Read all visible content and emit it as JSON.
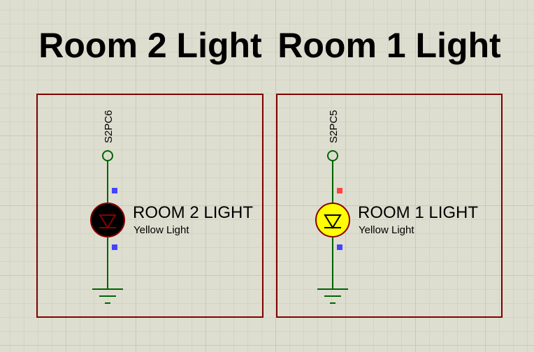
{
  "colors": {
    "frame": "#800000",
    "wire": "#006400",
    "pin_low": "#4444ff",
    "pin_high": "#ff4444",
    "lamp_off": "#000000",
    "lamp_on": "#ffff00",
    "lamp_ring": "#8b0000"
  },
  "panels": [
    {
      "heading": "Room 2 Light",
      "net_label": "S2PC6",
      "lamp_label": "ROOM 2 LIGHT",
      "lamp_type": "Yellow Light",
      "lamp_state": "off",
      "pin_state": "low"
    },
    {
      "heading": "Room 1 Light",
      "net_label": "S2PC5",
      "lamp_label": "ROOM 1 LIGHT",
      "lamp_type": "Yellow Light",
      "lamp_state": "on",
      "pin_state": "high"
    }
  ]
}
